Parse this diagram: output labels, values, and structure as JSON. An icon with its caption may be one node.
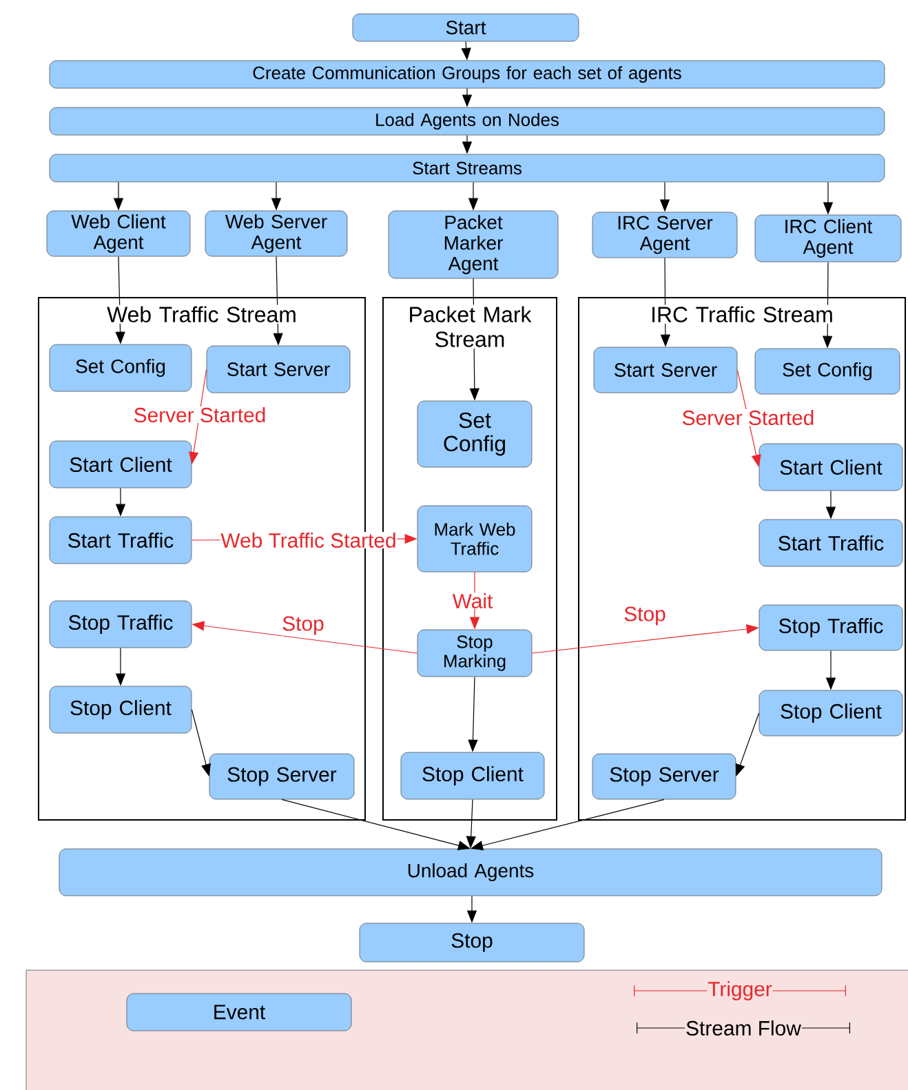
{
  "diagram": {
    "nodes": [
      {
        "text": [
          "Start"
        ]
      },
      {
        "text": [
          "Create Communication Groups for each set of agents"
        ]
      },
      {
        "text": [
          "Load Agents on Nodes"
        ]
      },
      {
        "text": [
          "Start Streams"
        ]
      },
      {
        "text": [
          "Web Client Agent"
        ]
      },
      {
        "text": [
          "Web Server Agent"
        ]
      },
      {
        "text": [
          "Packet Marker Agent"
        ]
      },
      {
        "text": [
          "IRC Server Agent"
        ]
      },
      {
        "text": [
          "IRC Client Agent"
        ]
      },
      {
        "text": [
          "Web Traffic Stream"
        ]
      },
      {
        "text": [
          "Packet Mark Stream"
        ]
      },
      {
        "text": [
          "IRC Traffic Stream"
        ]
      },
      {
        "text": [
          "Set Config"
        ],
        "in": 9
      },
      {
        "text": [
          "Start Server"
        ],
        "in": 9
      },
      {
        "text": [
          "Start Client"
        ],
        "in": 9
      },
      {
        "text": [
          "Start Traffic"
        ],
        "in": 9
      },
      {
        "text": [
          "Stop Traffic"
        ],
        "in": 9
      },
      {
        "text": [
          "Stop Client"
        ],
        "in": 9
      },
      {
        "text": [
          "Stop Server"
        ],
        "in": 9
      },
      {
        "text": [
          "Set Config"
        ],
        "in": 10
      },
      {
        "text": [
          "Mark Web Traffic"
        ],
        "in": 10
      },
      {
        "text": [
          "Stop Marking"
        ],
        "in": 10
      },
      {
        "text": [
          "Stop Client"
        ],
        "in": 10
      },
      {
        "text": [
          "Start Server"
        ],
        "in": 11
      },
      {
        "text": [
          "Set Config"
        ],
        "in": 11
      },
      {
        "text": [
          "Start Client"
        ],
        "in": 11
      },
      {
        "text": [
          "Start Traffic"
        ],
        "in": 11
      },
      {
        "text": [
          "Stop Traffic"
        ],
        "in": 11
      },
      {
        "text": [
          "Stop Client"
        ],
        "in": 11
      },
      {
        "text": [
          "Stop Server"
        ],
        "in": 11
      },
      {
        "text": [
          "Unload Agents"
        ]
      },
      {
        "text": [
          "Stop"
        ]
      }
    ],
    "edges": [
      {
        "from": 0,
        "to": 1,
        "arrow": "to"
      },
      {
        "from": 1,
        "to": 2,
        "arrow": "to"
      },
      {
        "from": 2,
        "to": 3,
        "arrow": "to"
      },
      {
        "from": 3,
        "to": 4,
        "arrow": "to"
      },
      {
        "from": 3,
        "to": 5,
        "arrow": "to"
      },
      {
        "from": 3,
        "to": 6,
        "arrow": "to"
      },
      {
        "from": 3,
        "to": 7,
        "arrow": "to"
      },
      {
        "from": 3,
        "to": 8,
        "arrow": "to"
      },
      {
        "from": 4,
        "to": 12,
        "arrow": "to"
      },
      {
        "from": 5,
        "to": 13,
        "arrow": "to"
      },
      {
        "from": 6,
        "to": 19,
        "arrow": "to"
      },
      {
        "from": 7,
        "to": 23,
        "arrow": "to"
      },
      {
        "from": 8,
        "to": 24,
        "arrow": "to"
      },
      {
        "from": 13,
        "to": 14,
        "arrow": "to",
        "label": "Server Started",
        "color": "#e8262b"
      },
      {
        "from": 14,
        "to": 15,
        "arrow": "to"
      },
      {
        "from": 15,
        "to": 20,
        "arrow": "to",
        "label": "Web Traffic Started",
        "color": "#e8262b"
      },
      {
        "from": 20,
        "to": 21,
        "arrow": "to",
        "label": "Wait",
        "color": "#e8262b"
      },
      {
        "from": 21,
        "to": 16,
        "arrow": "to",
        "label": "Stop",
        "color": "#e8262b"
      },
      {
        "from": 21,
        "to": 27,
        "arrow": "to",
        "label": "Stop",
        "color": "#e8262b"
      },
      {
        "from": 16,
        "to": 17,
        "arrow": "to"
      },
      {
        "from": 17,
        "to": 18,
        "arrow": "to"
      },
      {
        "from": 18,
        "to": 30,
        "arrow": "to"
      },
      {
        "from": 21,
        "to": 22,
        "arrow": "to"
      },
      {
        "from": 22,
        "to": 30,
        "arrow": "to"
      },
      {
        "from": 23,
        "to": 25,
        "arrow": "to",
        "label": "Server Started",
        "color": "#e8262b"
      },
      {
        "from": 25,
        "to": 26,
        "arrow": "to"
      },
      {
        "from": 27,
        "to": 28,
        "arrow": "to"
      },
      {
        "from": 28,
        "to": 29,
        "arrow": "to"
      },
      {
        "from": 29,
        "to": 30,
        "arrow": "to"
      },
      {
        "from": 30,
        "to": 31,
        "arrow": "to"
      }
    ],
    "legend": [
      {
        "text": "Event"
      },
      {
        "text": "Trigger"
      },
      {
        "text": "Stream Flow"
      }
    ]
  }
}
